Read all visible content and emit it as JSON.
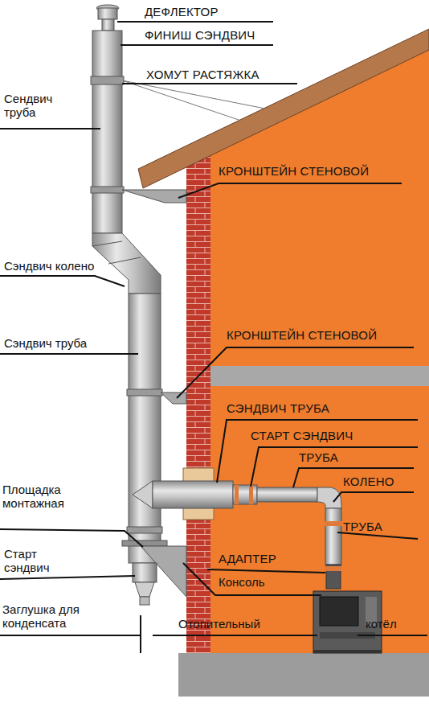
{
  "diagram": {
    "labels": [
      "ДЕФЛЕКТОР",
      "ФИНИШ СЭНДВИЧ",
      "ХОМУТ РАСТЯЖКА",
      "Сендвич труба",
      "КРОНШТЕЙН СТЕНОВОЙ",
      "Сэндвич колено",
      "Сэндвич труба",
      "КРОНШТЕЙН СТЕНОВОЙ",
      "СЭНДВИЧ ТРУБА",
      "СТАРТ СЭНДВИЧ",
      "ТРУБА",
      "КОЛЕНО",
      "ТРУБА",
      "Площадка монтажная",
      "АДАПТЕР",
      "Консоль",
      "Старт сэндвич",
      "Заглушка для конденсата",
      "Отопительный",
      "котёл"
    ]
  }
}
